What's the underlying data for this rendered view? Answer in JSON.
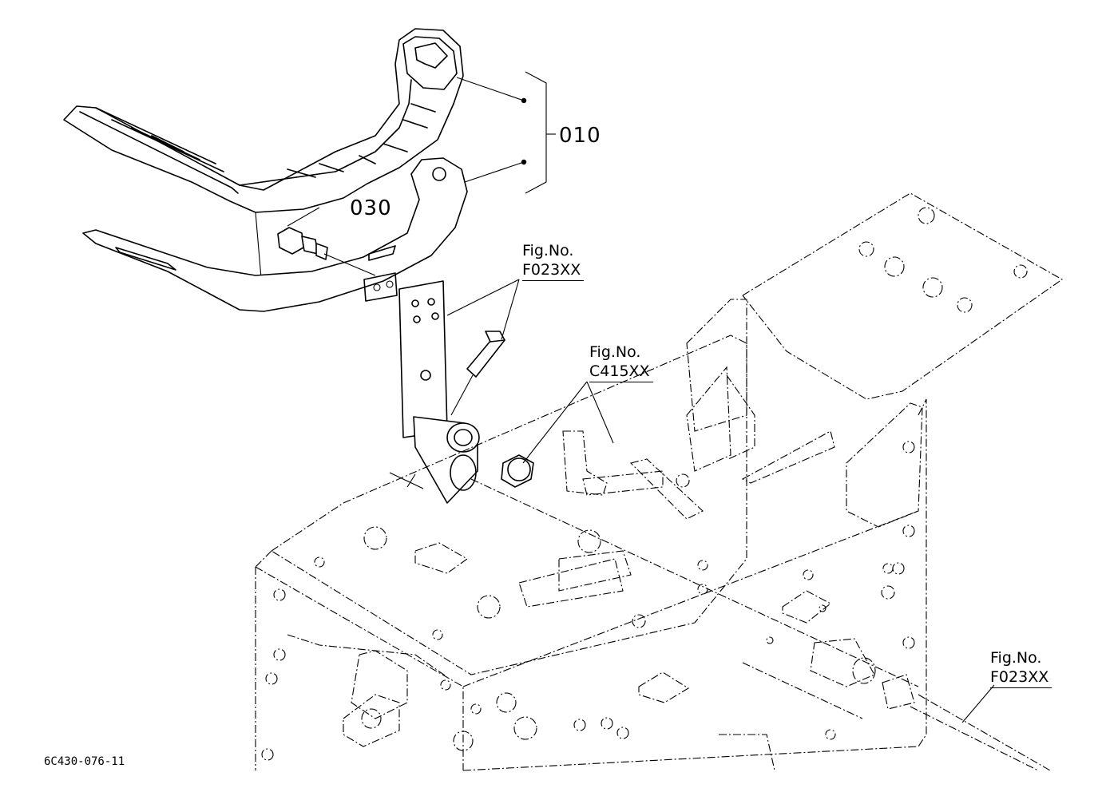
{
  "diagram": {
    "part_labels": {
      "p010": "010",
      "p030": "030"
    },
    "fig_refs": [
      {
        "line1": "Fig.No.",
        "line2": "F023XX"
      },
      {
        "line1": "Fig.No.",
        "line2": "C415XX"
      },
      {
        "line1": "Fig.No.",
        "line2": "F023XX"
      }
    ],
    "drawing_code": "6C430-076-11"
  }
}
